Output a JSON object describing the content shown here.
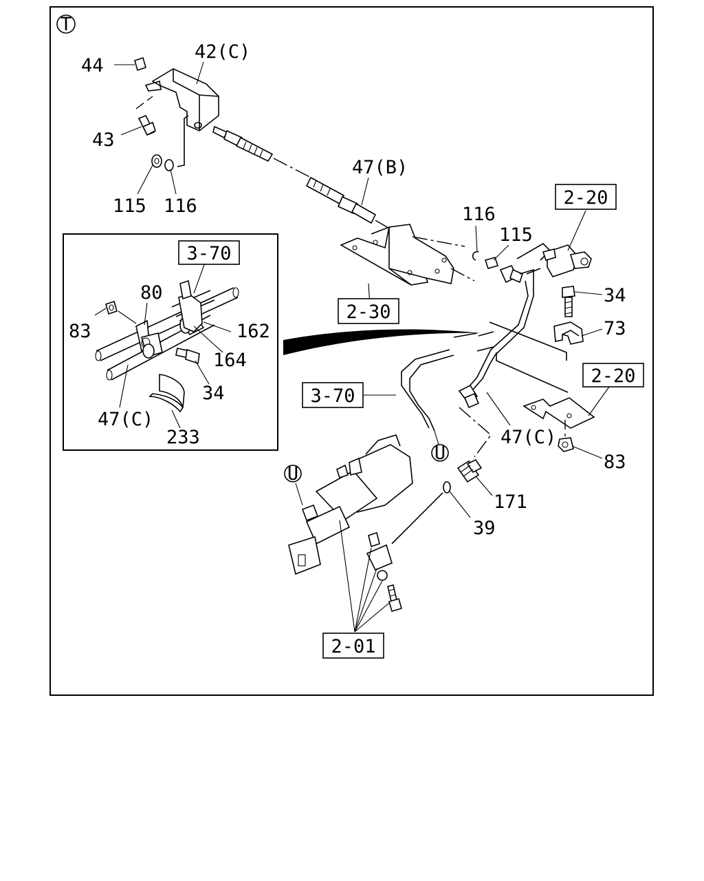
{
  "sheet_symbol": "T",
  "connector_symbol": "U",
  "callouts": {
    "c44": "44",
    "c42c": "42(C)",
    "c43": "43",
    "c115_top": "115",
    "c116_top": "116",
    "c47b": "47(B)",
    "c116_mid": "116",
    "c115_mid": "115",
    "c34_right": "34",
    "c73": "73",
    "c47c_right": "47(C)",
    "c83_right": "83",
    "c171": "171",
    "c39": "39",
    "c80": "80",
    "c83_inset": "83",
    "c162": "162",
    "c164": "164",
    "c34_inset": "34",
    "c47c_inset": "47(C)",
    "c233": "233"
  },
  "references": {
    "r2_20_top": "2-20",
    "r2_30": "2-30",
    "r2_20_right": "2-20",
    "r3_70_main": "3-70",
    "r3_70_inset": "3-70",
    "r2_01": "2-01"
  }
}
